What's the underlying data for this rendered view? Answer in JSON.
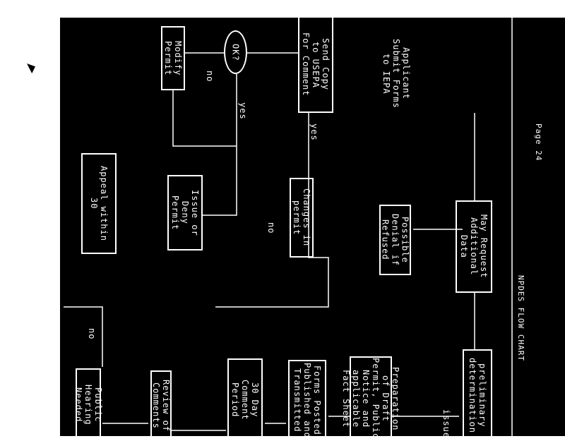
{
  "header": {
    "title": "NPDES FLOW CHART",
    "page": "Page 24"
  },
  "nodes": {
    "applicant": "Applicant\nSubmit Forms\nto IEPA",
    "request": "May Request\nAdditional\nData",
    "denial": "Possible\nDenial if\nRefused",
    "preliminary": "preliminary\ndetermination",
    "preparation": "Preparation\nof Draft\nPermit, Public\nNotice and\napplicable\nFact Sheet",
    "forms": "Forms Posted\nPublished and\nTransmitted",
    "comment_period": "30 Day\nComment\nPeriod",
    "review": "Review of\nComments",
    "hearing": "Public\nHearing\nNeeded",
    "changes": "Changes in\npermit",
    "send_copy": "Send Copy\nto USEPA\nFor Comment",
    "ok": "OK?",
    "modify": "Modify\nPermit",
    "issue": "Issue or\nDeny\nPermit",
    "appeal": "Appeal within\n30"
  },
  "edge_labels": {
    "yes1": "yes",
    "yes2": "yes",
    "no1": "no",
    "no2": "no",
    "no3": "no",
    "issue": "issue"
  }
}
